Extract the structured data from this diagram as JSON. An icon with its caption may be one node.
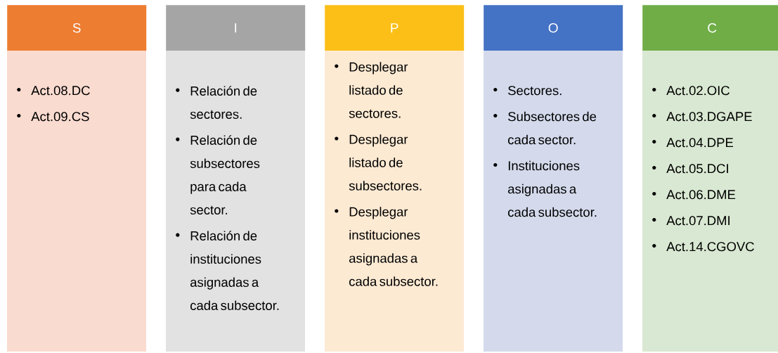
{
  "diagram": {
    "nodes": [
      {
        "text": [
          "S"
        ]
      },
      {
        "text": [
          "Act.08.DC",
          "Act.09.CS"
        ]
      },
      {
        "text": [
          "I"
        ]
      },
      {
        "text": [
          "Relación de sectores.",
          "Relación de subsectores para cada sector.",
          "Relación de instituciones asignadas a cada subsector."
        ]
      },
      {
        "text": [
          "P"
        ]
      },
      {
        "text": [
          "Desplegar listado de sectores.",
          "Desplegar listado de subsectores.",
          "Desplegar instituciones asignadas a cada subsector."
        ]
      },
      {
        "text": [
          "O"
        ]
      },
      {
        "text": [
          "Sectores.",
          "Subsectores de cada sector.",
          "Instituciones asignadas a cada subsector."
        ]
      },
      {
        "text": [
          "C"
        ]
      },
      {
        "text": [
          "Act.02.OIC",
          "Act.03.DGAPE",
          "Act.04.DPE",
          "Act.05.DCI",
          "Act.06.DME",
          "Act.07.DMI",
          "Act.14.CGOVC"
        ]
      }
    ]
  }
}
